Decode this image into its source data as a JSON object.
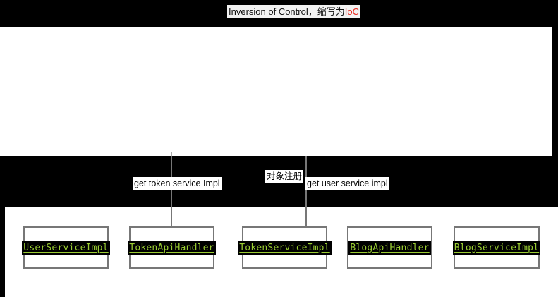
{
  "titlebar": {
    "title_prefix": "Inversion of Control，缩写为",
    "title_accent": "IoC"
  },
  "diagram": {
    "edge_labels": [
      {
        "id": "get-token-service-impl",
        "text": "get token service Impl"
      },
      {
        "id": "object-registration",
        "text": "对象注册"
      },
      {
        "id": "get-user-service-impl",
        "text": "get user service impl"
      }
    ],
    "nodes": [
      {
        "id": "user-service-impl",
        "label": "UserServiceImpl"
      },
      {
        "id": "token-api-handler",
        "label": "TokenApiHandler"
      },
      {
        "id": "token-service-impl",
        "label": "TokenServiceImpl"
      },
      {
        "id": "blog-api-handler",
        "label": "BlogApiHandler"
      },
      {
        "id": "blog-service-impl",
        "label": "BlogServiceImpl"
      }
    ],
    "colors": {
      "node_text": "#9acd32",
      "node_text_bg": "#000000",
      "node_border": "#777777",
      "panel_bg": "#ffffff",
      "background": "#000000",
      "title_accent": "#e8261c",
      "connector": "#777777"
    }
  }
}
